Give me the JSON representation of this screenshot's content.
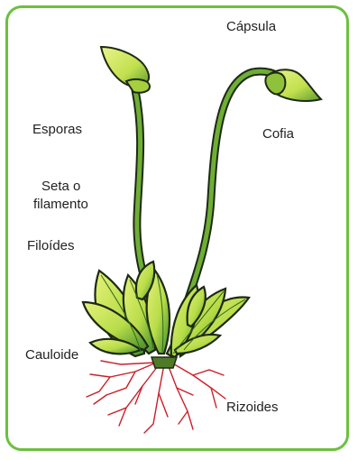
{
  "diagram": {
    "labels": {
      "capsula": "Cápsula",
      "esporas": "Esporas",
      "cofia": "Cofia",
      "seta_line1": "Seta o",
      "seta_line2": "filamento",
      "filoides": "Filoídes",
      "cauloide": "Cauloide",
      "rizoides": "Rizoides"
    },
    "colors": {
      "border": "#6cbf3f",
      "stalk": "#5b9a2a",
      "leaf_light": "#d6ec5a",
      "leaf_dark": "#3f8a2a",
      "outline": "#1d2a14",
      "rhizoid": "#c8202a"
    }
  }
}
